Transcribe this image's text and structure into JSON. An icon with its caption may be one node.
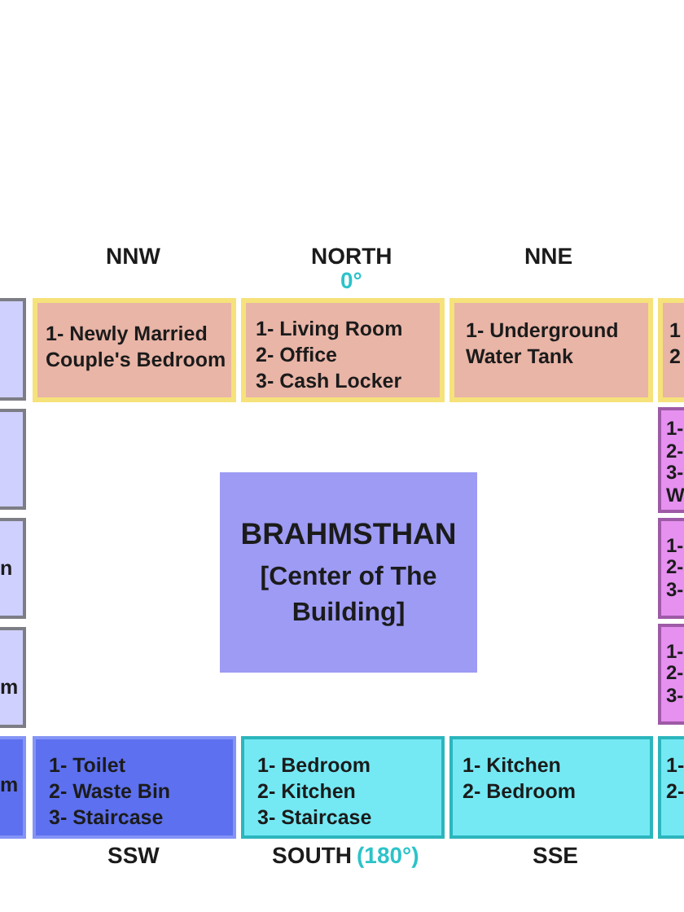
{
  "diagram": {
    "nodes": [
      {
        "text": [],
        "shape": "box"
      },
      {
        "text": [
          "1- Newly Married Couple's Bedroom"
        ],
        "beside": [
          "NNW"
        ]
      },
      {
        "text": [
          "1- Living Room",
          "2- Office",
          "3- Cash Locker"
        ],
        "beside": [
          "NORTH",
          "0°"
        ]
      },
      {
        "text": [
          "1- Underground Water Tank"
        ],
        "beside": [
          "NNE"
        ]
      },
      {
        "text": [
          "1",
          "2"
        ]
      },
      {
        "text": [],
        "shape": "box"
      },
      {
        "text": [
          "1-",
          "2-",
          "3-",
          "W"
        ]
      },
      {
        "text": [
          "BRAHMSTHAN",
          "[Center of The Building]"
        ]
      },
      {
        "text": [
          "n"
        ]
      },
      {
        "text": [
          "1-",
          "2-",
          "3-"
        ]
      },
      {
        "text": [
          "m"
        ]
      },
      {
        "text": [
          "1-",
          "2-",
          "3-"
        ]
      },
      {
        "text": [
          "m"
        ]
      },
      {
        "text": [
          "1- Toilet",
          "2- Waste Bin",
          "3- Staircase"
        ],
        "beside": [
          "SSW"
        ]
      },
      {
        "text": [
          "1- Bedroom",
          "2- Kitchen",
          "3- Staircase"
        ],
        "beside": [
          "SOUTH",
          "(180°)"
        ]
      },
      {
        "text": [
          "1- Kitchen",
          "2- Bedroom"
        ],
        "beside": [
          "SSE"
        ]
      },
      {
        "text": [
          "1-",
          "2-"
        ]
      }
    ]
  }
}
